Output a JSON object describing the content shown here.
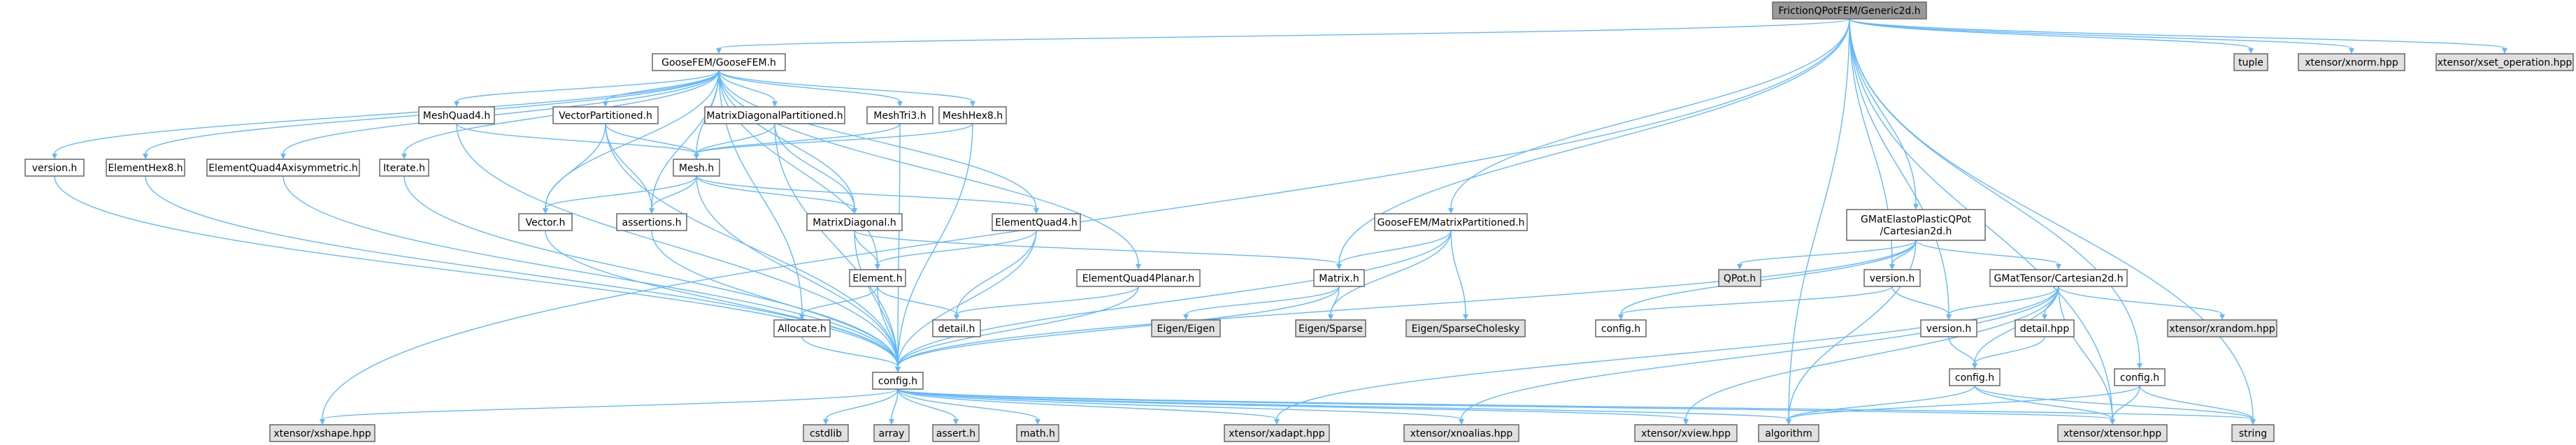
{
  "colors": {
    "edge": "#63b8ff",
    "node_fill": "#ffffff",
    "node_stroke": "#666666",
    "root_fill": "#999999",
    "system_fill": "#e0e0e0",
    "highlight_stroke": "#ff0000"
  },
  "nodes": {
    "root": {
      "label": "FrictionQPotFEM/Generic2d.h",
      "style": "root"
    },
    "goosefem": {
      "label": "GooseFEM/GooseFEM.h",
      "style": "normal"
    },
    "tuple": {
      "label": "tuple",
      "style": "system"
    },
    "xnorm": {
      "label": "xtensor/xnorm.hpp",
      "style": "system"
    },
    "xsetop": {
      "label": "xtensor/xset_operation.hpp",
      "style": "system"
    },
    "meshquad4": {
      "label": "MeshQuad4.h",
      "style": "normal"
    },
    "vecpart": {
      "label": "VectorPartitioned.h",
      "style": "normal"
    },
    "mdpart": {
      "label": "MatrixDiagonalPartitioned.h",
      "style": "normal"
    },
    "meshtri3": {
      "label": "MeshTri3.h",
      "style": "normal"
    },
    "meshhex8": {
      "label": "MeshHex8.h",
      "style": "normal"
    },
    "version1": {
      "label": "version.h",
      "style": "normal"
    },
    "elemhex8": {
      "label": "ElementHex8.h",
      "style": "normal"
    },
    "elemq4axi": {
      "label": "ElementQuad4Axisymmetric.h",
      "style": "normal"
    },
    "iterate": {
      "label": "Iterate.h",
      "style": "normal"
    },
    "mesh": {
      "label": "Mesh.h",
      "style": "normal"
    },
    "vector": {
      "label": "Vector.h",
      "style": "normal"
    },
    "assertions": {
      "label": "assertions.h",
      "style": "normal"
    },
    "matdiag": {
      "label": "MatrixDiagonal.h",
      "style": "normal"
    },
    "elemq4": {
      "label": "ElementQuad4.h",
      "style": "normal"
    },
    "matpart": {
      "label": "GooseFEM/MatrixPartitioned.h",
      "style": "normal"
    },
    "elemq4p": {
      "label": "ElementQuad4Planar.h",
      "style": "normal"
    },
    "matrix": {
      "label": "Matrix.h",
      "style": "normal"
    },
    "element": {
      "label": "Element.h",
      "style": "normal"
    },
    "allocate": {
      "label": "Allocate.h",
      "style": "normal"
    },
    "detail1": {
      "label": "detail.h",
      "style": "normal"
    },
    "eigen": {
      "label": "Eigen/Eigen",
      "style": "system"
    },
    "eigensp": {
      "label": "Eigen/Sparse",
      "style": "system"
    },
    "eigenchol": {
      "label": "Eigen/SparseCholesky",
      "style": "system"
    },
    "gmatqpot": {
      "label": "GMatElastoPlasticQPot\n/Cartesian2d.h",
      "style": "normal"
    },
    "qpot": {
      "label": "QPot.h",
      "style": "system"
    },
    "version2": {
      "label": "version.h",
      "style": "normal"
    },
    "gmattens": {
      "label": "GMatTensor/Cartesian2d.h",
      "style": "normal"
    },
    "config2": {
      "label": "config.h",
      "style": "normal"
    },
    "version3": {
      "label": "version.h",
      "style": "normal"
    },
    "detailhpp": {
      "label": "detail.hpp",
      "style": "normal"
    },
    "xrandom": {
      "label": "xtensor/xrandom.hpp",
      "style": "system"
    },
    "config3": {
      "label": "config.h",
      "style": "normal"
    },
    "config4": {
      "label": "config.h",
      "style": "normal"
    },
    "confighl": {
      "label": "config.h",
      "style": "highlight"
    },
    "xshape": {
      "label": "xtensor/xshape.hpp",
      "style": "system"
    },
    "cstdlib": {
      "label": "cstdlib",
      "style": "system"
    },
    "array": {
      "label": "array",
      "style": "system"
    },
    "asserth": {
      "label": "assert.h",
      "style": "system"
    },
    "mathh": {
      "label": "math.h",
      "style": "system"
    },
    "xadapt": {
      "label": "xtensor/xadapt.hpp",
      "style": "system"
    },
    "xnoalias": {
      "label": "xtensor/xnoalias.hpp",
      "style": "system"
    },
    "xview": {
      "label": "xtensor/xview.hpp",
      "style": "system"
    },
    "algorithm": {
      "label": "algorithm",
      "style": "system"
    },
    "xtensor": {
      "label": "xtensor/xtensor.hpp",
      "style": "system"
    },
    "string": {
      "label": "string",
      "style": "system"
    }
  },
  "edges": [
    [
      "root",
      "goosefem"
    ],
    [
      "root",
      "tuple"
    ],
    [
      "root",
      "xnorm"
    ],
    [
      "root",
      "xsetop"
    ],
    [
      "root",
      "matpart"
    ],
    [
      "root",
      "gmatqpot"
    ],
    [
      "root",
      "matrix"
    ],
    [
      "root",
      "version2"
    ],
    [
      "root",
      "version3"
    ],
    [
      "root",
      "config4"
    ],
    [
      "root",
      "algorithm"
    ],
    [
      "root",
      "xtensor"
    ],
    [
      "root",
      "string"
    ],
    [
      "root",
      "xshape"
    ],
    [
      "goosefem",
      "version1"
    ],
    [
      "goosefem",
      "elemhex8"
    ],
    [
      "goosefem",
      "elemq4axi"
    ],
    [
      "goosefem",
      "iterate"
    ],
    [
      "goosefem",
      "meshquad4"
    ],
    [
      "goosefem",
      "vecpart"
    ],
    [
      "goosefem",
      "mdpart"
    ],
    [
      "goosefem",
      "meshtri3"
    ],
    [
      "goosefem",
      "meshhex8"
    ],
    [
      "goosefem",
      "mesh"
    ],
    [
      "goosefem",
      "vector"
    ],
    [
      "goosefem",
      "assertions"
    ],
    [
      "goosefem",
      "matdiag"
    ],
    [
      "goosefem",
      "elemq4"
    ],
    [
      "goosefem",
      "elemq4p"
    ],
    [
      "goosefem",
      "element"
    ],
    [
      "goosefem",
      "allocate"
    ],
    [
      "meshquad4",
      "mesh"
    ],
    [
      "meshquad4",
      "confighl"
    ],
    [
      "vecpart",
      "mesh"
    ],
    [
      "vecpart",
      "vector"
    ],
    [
      "vecpart",
      "assertions"
    ],
    [
      "vecpart",
      "confighl"
    ],
    [
      "mdpart",
      "mesh"
    ],
    [
      "mdpart",
      "matdiag"
    ],
    [
      "mdpart",
      "confighl"
    ],
    [
      "meshtri3",
      "mesh"
    ],
    [
      "meshtri3",
      "confighl"
    ],
    [
      "meshhex8",
      "mesh"
    ],
    [
      "meshhex8",
      "confighl"
    ],
    [
      "version1",
      "confighl"
    ],
    [
      "elemhex8",
      "confighl"
    ],
    [
      "elemq4axi",
      "confighl"
    ],
    [
      "iterate",
      "confighl"
    ],
    [
      "mesh",
      "vector"
    ],
    [
      "mesh",
      "assertions"
    ],
    [
      "mesh",
      "matdiag"
    ],
    [
      "mesh",
      "elemq4"
    ],
    [
      "mesh",
      "confighl"
    ],
    [
      "vector",
      "confighl"
    ],
    [
      "assertions",
      "confighl"
    ],
    [
      "matdiag",
      "element"
    ],
    [
      "matdiag",
      "matrix"
    ],
    [
      "matdiag",
      "confighl"
    ],
    [
      "elemq4",
      "element"
    ],
    [
      "elemq4",
      "detail1"
    ],
    [
      "elemq4",
      "confighl"
    ],
    [
      "matpart",
      "matrix"
    ],
    [
      "matpart",
      "eigensp"
    ],
    [
      "matpart",
      "eigenchol"
    ],
    [
      "matpart",
      "confighl"
    ],
    [
      "elemq4p",
      "detail1"
    ],
    [
      "elemq4p",
      "confighl"
    ],
    [
      "matrix",
      "eigen"
    ],
    [
      "matrix",
      "eigensp"
    ],
    [
      "matrix",
      "confighl"
    ],
    [
      "element",
      "allocate"
    ],
    [
      "element",
      "detail1"
    ],
    [
      "element",
      "confighl"
    ],
    [
      "allocate",
      "confighl"
    ],
    [
      "gmatqpot",
      "qpot"
    ],
    [
      "gmatqpot",
      "config2"
    ],
    [
      "gmatqpot",
      "version2"
    ],
    [
      "gmatqpot",
      "gmattens"
    ],
    [
      "gmatqpot",
      "algorithm"
    ],
    [
      "gmatqpot",
      "confighl"
    ],
    [
      "version2",
      "config2"
    ],
    [
      "version2",
      "version3"
    ],
    [
      "gmattens",
      "version3"
    ],
    [
      "gmattens",
      "detailhpp"
    ],
    [
      "gmattens",
      "xrandom"
    ],
    [
      "gmattens",
      "config3"
    ],
    [
      "gmattens",
      "xtensor"
    ],
    [
      "gmattens",
      "xadapt"
    ],
    [
      "gmattens",
      "xnoalias"
    ],
    [
      "gmattens",
      "xview"
    ],
    [
      "version3",
      "config3"
    ],
    [
      "detailhpp",
      "config3"
    ],
    [
      "config3",
      "algorithm"
    ],
    [
      "config3",
      "xtensor"
    ],
    [
      "config3",
      "string"
    ],
    [
      "config4",
      "algorithm"
    ],
    [
      "config4",
      "xtensor"
    ],
    [
      "config4",
      "string"
    ],
    [
      "confighl",
      "cstdlib"
    ],
    [
      "confighl",
      "array"
    ],
    [
      "confighl",
      "asserth"
    ],
    [
      "confighl",
      "mathh"
    ],
    [
      "confighl",
      "xadapt"
    ],
    [
      "confighl",
      "xnoalias"
    ],
    [
      "confighl",
      "xview"
    ],
    [
      "confighl",
      "algorithm"
    ],
    [
      "confighl",
      "xtensor"
    ],
    [
      "confighl",
      "string"
    ],
    [
      "confighl",
      "xshape"
    ]
  ]
}
